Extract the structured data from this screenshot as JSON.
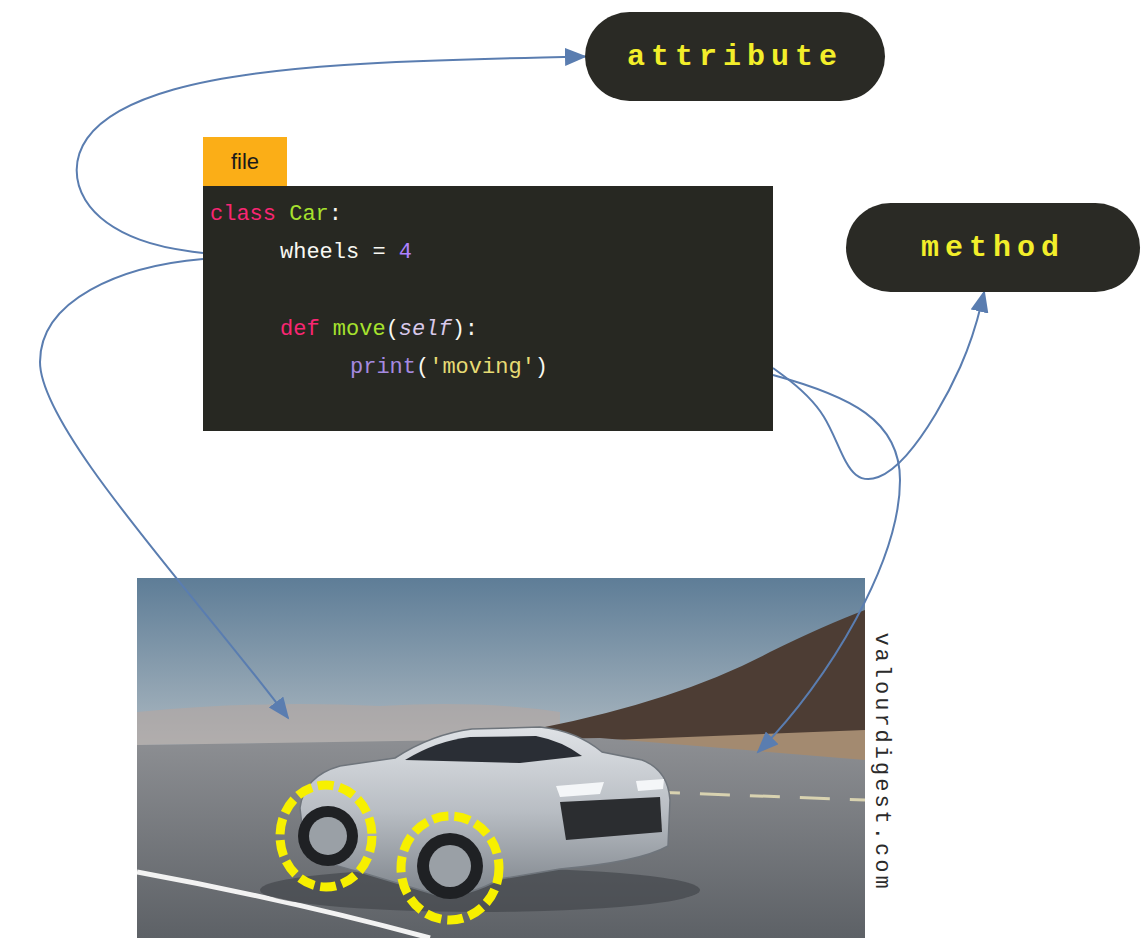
{
  "diagram": {
    "nodes": [
      {
        "text": [
          "attribute"
        ]
      },
      {
        "text": [
          "file",
          "class Car:",
          "wheels = 4",
          "def move(self):",
          "print('moving')"
        ]
      },
      {
        "text": [
          "method"
        ]
      }
    ],
    "edges": [
      {
        "from": 1,
        "to": 0,
        "arrow": "to"
      },
      {
        "from": 1,
        "to": 2,
        "arrow": "to"
      }
    ],
    "labels": [
      "valourdigest.com"
    ]
  }
}
